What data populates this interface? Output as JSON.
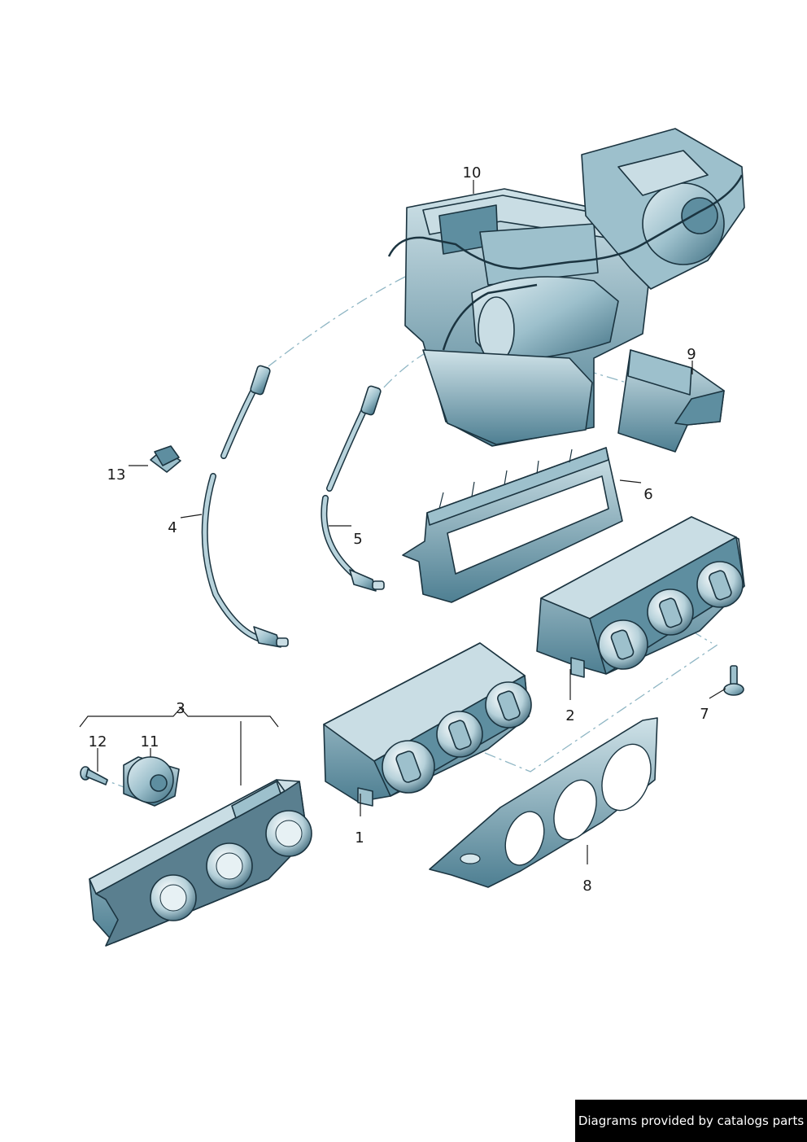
{
  "callouts": {
    "c1": "1",
    "c2": "2",
    "c3": "3",
    "c4": "4",
    "c5": "5",
    "c6": "6",
    "c7": "7",
    "c8": "8",
    "c9": "9",
    "c10": "10",
    "c11": "11",
    "c12": "12",
    "c13": "13"
  },
  "credit": "Diagrams provided by catalogs parts",
  "colors": {
    "part_light": "#d6e7ec",
    "part_mid": "#8fb6c4",
    "part_dark": "#3f6f82",
    "outline": "#1b3440",
    "credit_bg": "#000000"
  }
}
